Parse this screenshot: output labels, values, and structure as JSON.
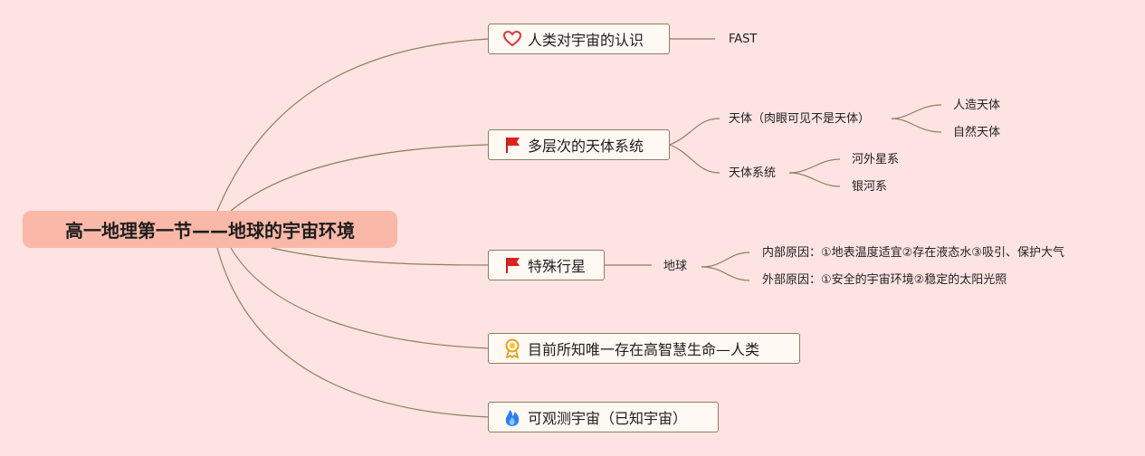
{
  "root": {
    "label": "高一地理第一节——地球的宇宙环境"
  },
  "topics": [
    {
      "label": "人类对宇宙的认识",
      "icon": "heart-icon"
    },
    {
      "label": "多层次的天体系统",
      "icon": "red-flag-icon"
    },
    {
      "label": "特殊行星",
      "icon": "red-flag-icon"
    },
    {
      "label": "目前所知唯一存在高智慧生命—人类",
      "icon": "award-medal-icon"
    },
    {
      "label": "可观测宇宙（已知宇宙）",
      "icon": "flame-icon"
    }
  ],
  "subtopics": {
    "fast": "FAST",
    "celestial_body": "天体（肉眼可见不是天体）",
    "artificial": "人造天体",
    "natural": "自然天体",
    "celestial_system": "天体系统",
    "extragalactic": "河外星系",
    "milky_way": "银河系",
    "earth": "地球",
    "internal": "内部原因：①地表温度适宜②存在液态水③吸引、保护大气",
    "external": "外部原因：①安全的宇宙环境②稳定的太阳光照"
  },
  "colors": {
    "background": "#fde3e1",
    "root_fill": "#f9b8a8",
    "topic_fill": "#fff8f3",
    "topic_border": "#8c7f62",
    "connector": "#8c7f62"
  }
}
